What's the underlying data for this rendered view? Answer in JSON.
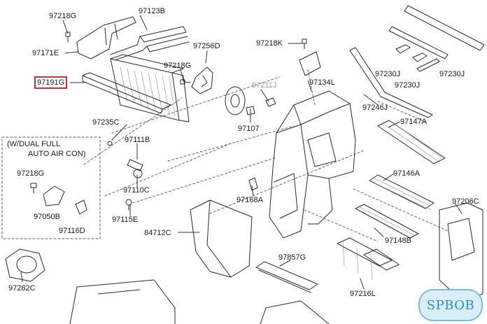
{
  "diagram": {
    "parts": [
      {
        "id": "p1",
        "text": "97218G"
      },
      {
        "id": "p2",
        "text": "97123B"
      },
      {
        "id": "p3",
        "text": "97171E"
      },
      {
        "id": "p4",
        "text": "97191G",
        "highlight": true
      },
      {
        "id": "p5",
        "text": "97256D"
      },
      {
        "id": "p6",
        "text": "97218G"
      },
      {
        "id": "p7",
        "text": "97218K"
      },
      {
        "id": "p8",
        "text": "97230J"
      },
      {
        "id": "p9",
        "text": "97230J"
      },
      {
        "id": "p10",
        "text": "97230J"
      },
      {
        "id": "p11",
        "text": "97211J",
        "grey": true
      },
      {
        "id": "p12",
        "text": "97134L"
      },
      {
        "id": "p13",
        "text": "97246J"
      },
      {
        "id": "p14",
        "text": "97235C"
      },
      {
        "id": "p15",
        "text": "97107"
      },
      {
        "id": "p16",
        "text": "97147A"
      },
      {
        "id": "p17",
        "text": "97111B"
      },
      {
        "id": "p18",
        "text": "97218G"
      },
      {
        "id": "p19",
        "text": "97110C"
      },
      {
        "id": "p20",
        "text": "97146A"
      },
      {
        "id": "p21",
        "text": "97168A"
      },
      {
        "id": "p22",
        "text": "97050B"
      },
      {
        "id": "p23",
        "text": "97115E"
      },
      {
        "id": "p24",
        "text": "97116D"
      },
      {
        "id": "p25",
        "text": "97206C"
      },
      {
        "id": "p26",
        "text": "84712C"
      },
      {
        "id": "p27",
        "text": "97148B"
      },
      {
        "id": "p28",
        "text": "97857G"
      },
      {
        "id": "p29",
        "text": "97282C"
      },
      {
        "id": "p30",
        "text": "97216L"
      }
    ],
    "note_lines": [
      "(W/DUAL FULL",
      "AUTO AIR CON)"
    ]
  },
  "watermark": "SPBOB",
  "colors": {
    "line": "#2a2a2a",
    "highlight": "#c8323c",
    "watermark": "#2f8fc0"
  }
}
